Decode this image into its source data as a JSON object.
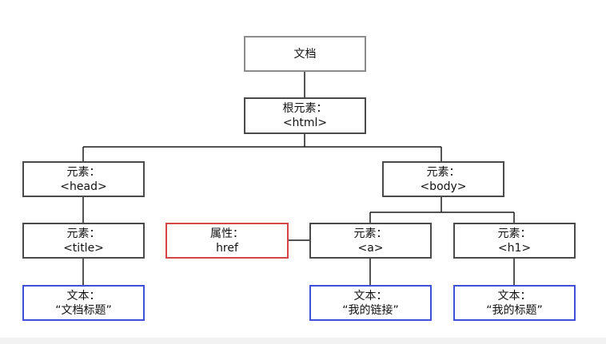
{
  "colors": {
    "line": "#1a1a1a",
    "element_border": "#4a4a4a",
    "document_border": "#8c8c8c",
    "attribute_border": "#d64545",
    "text_border": "#3f4fd6"
  },
  "nodes": {
    "document": {
      "line1": "文档"
    },
    "root": {
      "line1": "根元素：",
      "line2": "<html>"
    },
    "head": {
      "line1": "元素：",
      "line2": "<head>"
    },
    "body": {
      "line1": "元素：",
      "line2": "<body>"
    },
    "title": {
      "line1": "元素：",
      "line2": "<title>"
    },
    "attr_href": {
      "line1": "属性：",
      "line2": "href"
    },
    "a": {
      "line1": "元素：",
      "line2": "<a>"
    },
    "h1": {
      "line1": "元素：",
      "line2": "<h1>"
    },
    "text_title": {
      "line1": "文本：",
      "line2": "“文档标题”"
    },
    "text_a": {
      "line1": "文本：",
      "line2": "“我的链接”"
    },
    "text_h1": {
      "line1": "文本：",
      "line2": "“我的标题”"
    }
  }
}
